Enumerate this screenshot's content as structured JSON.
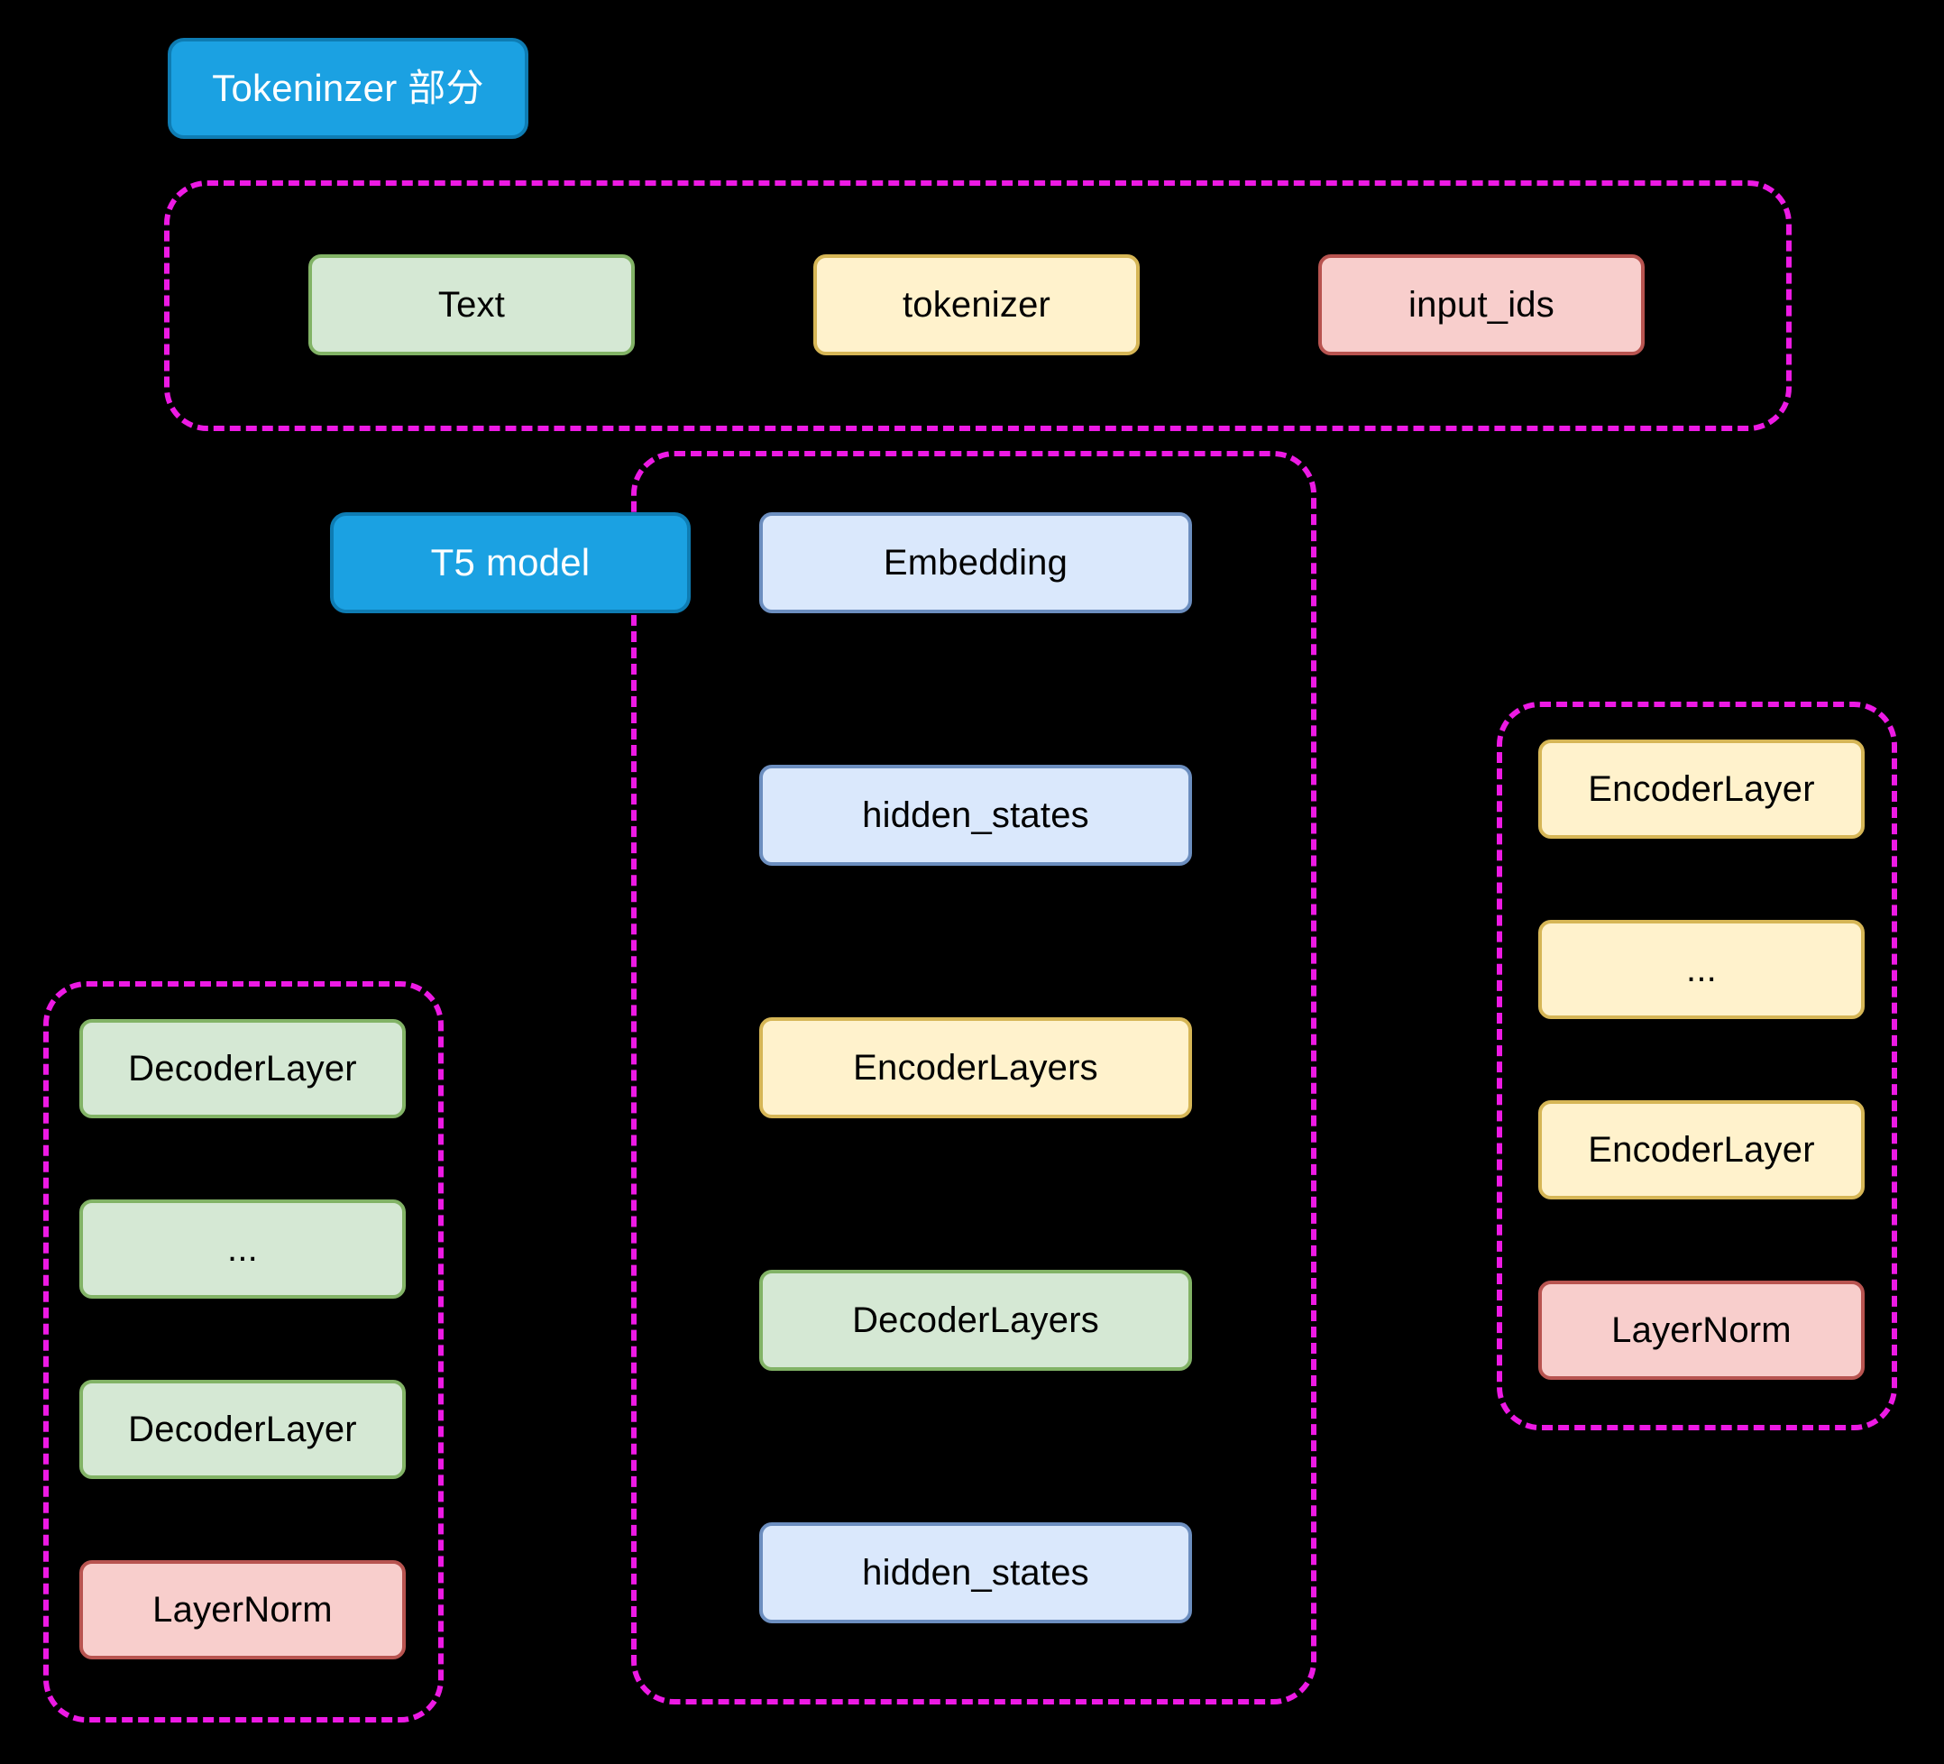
{
  "diagram": {
    "title": "T5 model architecture flow diagram",
    "background_color": "#000000",
    "group_border_color": "#ED1AE4",
    "palette": {
      "title_blue_fill": "#1BA1E2",
      "title_blue_stroke": "#0E7CB3",
      "green_fill": "#D5E8D4",
      "green_stroke": "#82B366",
      "yellow_fill": "#FFF2CC",
      "yellow_stroke": "#D6B656",
      "red_fill": "#F8CECC",
      "red_stroke": "#B85450",
      "lightblue_fill": "#DAE8FC",
      "lightblue_stroke": "#6C8EBF"
    }
  },
  "tokenizer_section": {
    "title": "Tokeninzer 部分",
    "nodes": [
      {
        "label": "Text",
        "color": "green"
      },
      {
        "label": "tokenizer",
        "color": "yellow"
      },
      {
        "label": "input_ids",
        "color": "red"
      }
    ]
  },
  "t5_section": {
    "title": "T5 model",
    "nodes": [
      {
        "label": "Embedding",
        "color": "lightblue"
      },
      {
        "label": "hidden_states",
        "color": "lightblue"
      },
      {
        "label": "EncoderLayers",
        "color": "yellow"
      },
      {
        "label": "DecoderLayers",
        "color": "green"
      },
      {
        "label": "hidden_states",
        "color": "lightblue"
      }
    ]
  },
  "decoder_group": {
    "nodes": [
      {
        "label": "DecoderLayer",
        "color": "green"
      },
      {
        "label": "...",
        "color": "green"
      },
      {
        "label": "DecoderLayer",
        "color": "green"
      },
      {
        "label": "LayerNorm",
        "color": "red"
      }
    ]
  },
  "encoder_group": {
    "nodes": [
      {
        "label": "EncoderLayer",
        "color": "yellow"
      },
      {
        "label": "...",
        "color": "yellow"
      },
      {
        "label": "EncoderLayer",
        "color": "yellow"
      },
      {
        "label": "LayerNorm",
        "color": "red"
      }
    ]
  }
}
